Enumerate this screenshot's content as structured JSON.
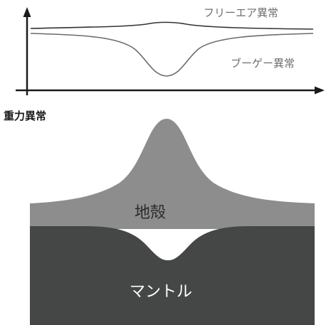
{
  "graph": {
    "curves": {
      "free_air": {
        "label": "フリーエア異常"
      },
      "bouguer": {
        "label": "ブーゲー異常"
      }
    },
    "axis_label": "重力異常"
  },
  "section": {
    "crust_label": "地殻",
    "mantle_label": "マントル"
  },
  "colors": {
    "axis": "#1a1a1a",
    "free_air_curve": "#333333",
    "bouguer_curve": "#6b6b6b",
    "crust": "#8d8d8d",
    "mantle": "#444746",
    "crust_text": "#2a2a2a",
    "mantle_text": "#ffffff"
  }
}
